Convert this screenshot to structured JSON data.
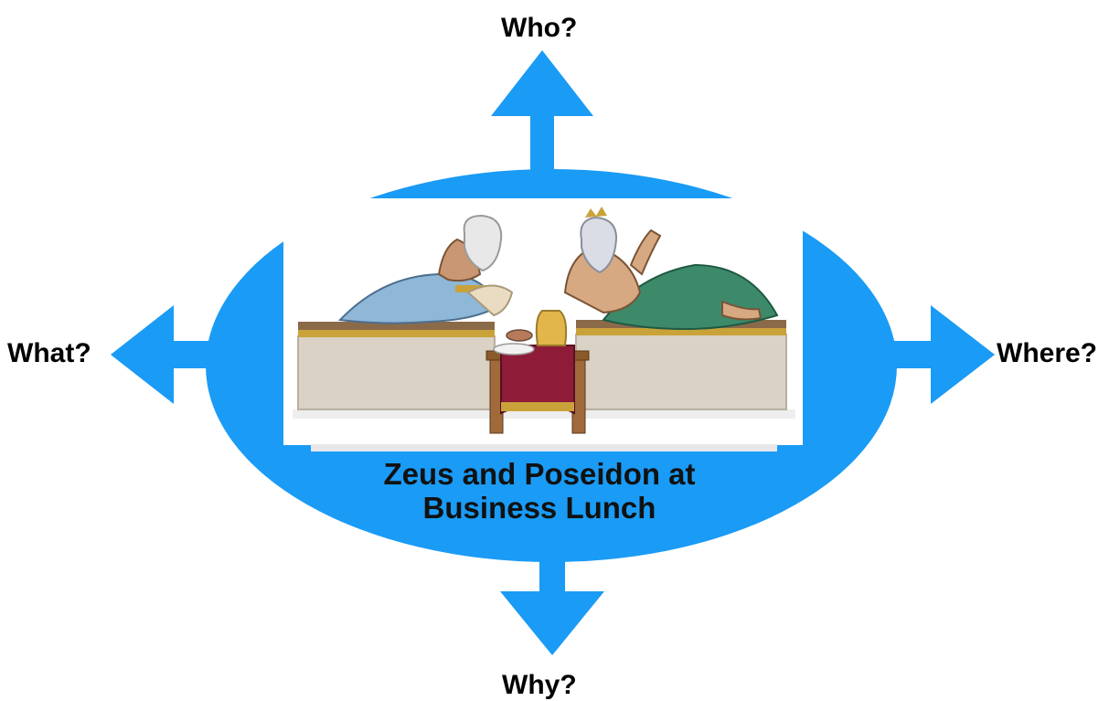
{
  "labels": {
    "top": "Who?",
    "left": "What?",
    "right": "Where?",
    "bottom": "Why?"
  },
  "caption": {
    "line1": "Zeus and Poseidon at",
    "line2": "Business Lunch"
  },
  "colors": {
    "accent": "#1a9bf6",
    "label": "#000000",
    "cushion": "#c9b48c",
    "tablecloth": "#8e1b38",
    "gold": "#c9a33a"
  },
  "icons": {
    "up": "arrow-up-icon",
    "left": "arrow-left-icon",
    "right": "arrow-right-icon",
    "down": "arrow-down-icon"
  }
}
